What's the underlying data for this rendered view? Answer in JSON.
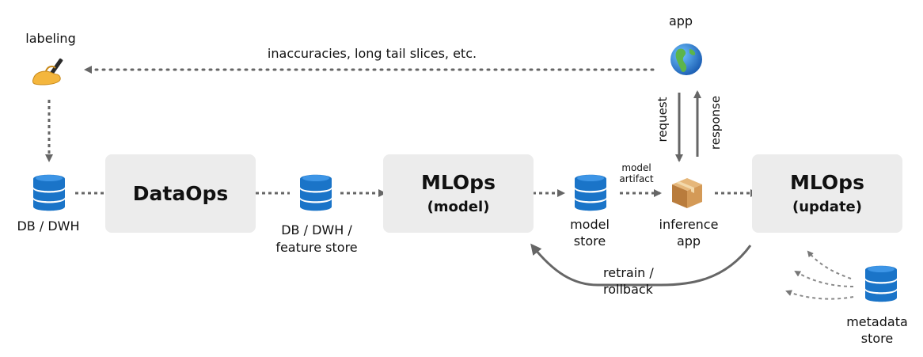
{
  "nodes": {
    "labeling": "labeling",
    "app": "app",
    "db_dwh": "DB / DWH",
    "dataops": "DataOps",
    "feature_store_line1": "DB / DWH /",
    "feature_store_line2": "feature store",
    "mlops_model_title": "MLOps",
    "mlops_model_sub": "(model)",
    "model_store_line1": "model",
    "model_store_line2": "store",
    "inference_line1": "inference",
    "inference_line2": "app",
    "mlops_update_title": "MLOps",
    "mlops_update_sub": "(update)",
    "metadata_line1": "metadata",
    "metadata_line2": "store"
  },
  "edges": {
    "feedback": "inaccuracies, long tail slices, etc.",
    "request": "request",
    "response": "response",
    "artifact_line1": "model",
    "artifact_line2": "artifact",
    "retrain_line1": "retrain /",
    "retrain_line2": "rollback"
  },
  "icons": {
    "labeling": "writing-hand-icon",
    "app": "globe-americas-icon",
    "inference": "package-box-icon",
    "database": "database-icon"
  },
  "colors": {
    "database_blue": "#1a74c8",
    "box_fill": "#ececec",
    "arrow_gray": "#666666"
  }
}
